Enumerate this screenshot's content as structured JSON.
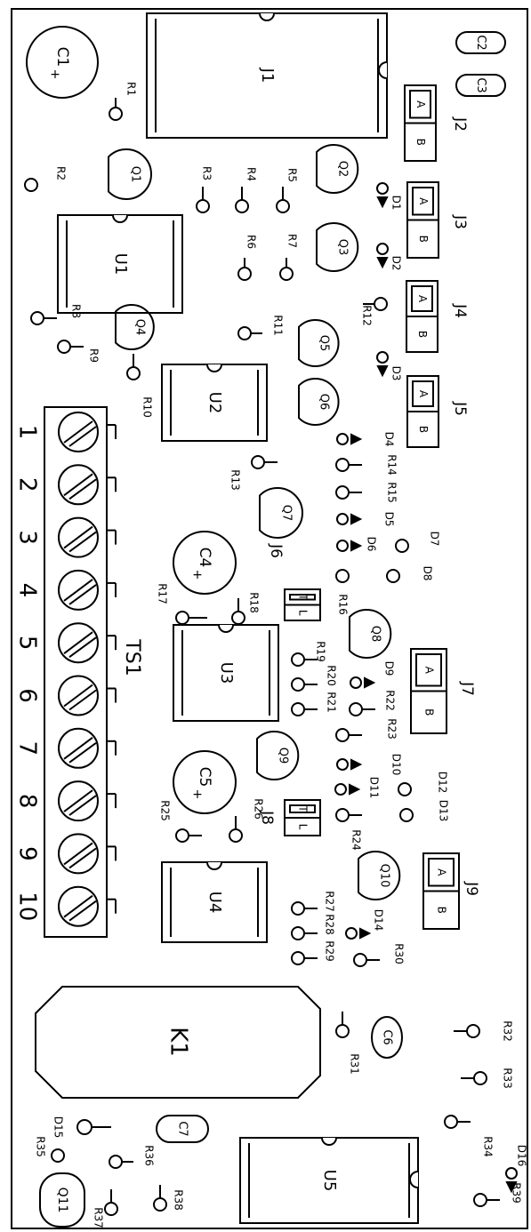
{
  "board": {
    "stroke": "#000000",
    "background": "#ffffff"
  },
  "labels": {
    "C1": "C1",
    "C2": "C2",
    "C3": "C3",
    "C4": "C4",
    "C5": "C5",
    "C6": "C6",
    "C7": "C7",
    "J1": "J1",
    "J2": "J2",
    "J3": "J3",
    "J4": "J4",
    "J5": "J5",
    "J6": "J6",
    "J7": "J7",
    "J8": "J8",
    "J9": "J9",
    "U1": "U1",
    "U2": "U2",
    "U3": "U3",
    "U4": "U4",
    "U5": "U5",
    "Q1": "Q1",
    "Q2": "Q2",
    "Q3": "Q3",
    "Q4": "Q4",
    "Q5": "Q5",
    "Q6": "Q6",
    "Q7": "Q7",
    "Q8": "Q8",
    "Q9": "Q9",
    "Q10": "Q10",
    "Q11": "Q11",
    "K1": "K1",
    "TS1": "TS1",
    "R1": "R1",
    "R2": "R2",
    "R3": "R3",
    "R4": "R4",
    "R5": "R5",
    "R6": "R6",
    "R7": "R7",
    "R8": "R8",
    "R9": "R9",
    "R10": "R10",
    "R11": "R11",
    "R12": "R12",
    "R13": "R13",
    "R14": "R14",
    "R15": "R15",
    "R16": "R16",
    "R17": "R17",
    "R18": "R18",
    "R19": "R19",
    "R20": "R20",
    "R21": "R21",
    "R22": "R22",
    "R23": "R23",
    "R24": "R24",
    "R25": "R25",
    "R26": "R26",
    "R27": "R27",
    "R28": "R28",
    "R29": "R29",
    "R30": "R30",
    "R31": "R31",
    "R32": "R32",
    "R33": "R33",
    "R34": "R34",
    "R35": "R35",
    "R36": "R36",
    "R37": "R37",
    "R38": "R38",
    "R39": "R39",
    "D1": "D1",
    "D2": "D2",
    "D3": "D3",
    "D4": "D4",
    "D5": "D5",
    "D6": "D6",
    "D7": "D7",
    "D8": "D8",
    "D9": "D9",
    "D10": "D10",
    "D11": "D11",
    "D12": "D12",
    "D13": "D13",
    "D14": "D14",
    "D15": "D15",
    "D16": "D16",
    "pin_A": "A",
    "pin_B": "B",
    "pin_T": "T",
    "pin_L": "L",
    "plus": "+"
  },
  "terminals": [
    "1",
    "2",
    "3",
    "4",
    "5",
    "6",
    "7",
    "8",
    "9",
    "10"
  ]
}
